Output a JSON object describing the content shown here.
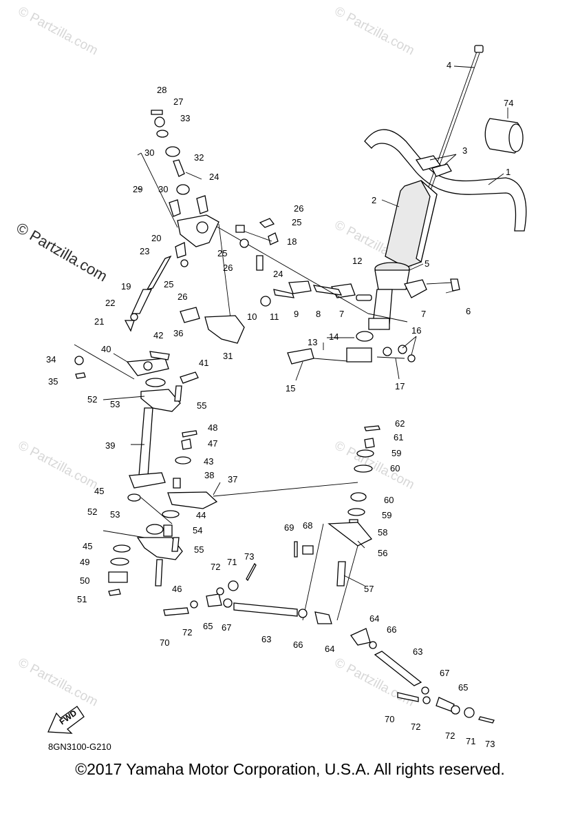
{
  "diagram": {
    "code": "8GN3100-G210",
    "fwd_label": "FWD",
    "copyright": "©2017 Yamaha Motor Corporation, U.S.A. All rights reserved.",
    "watermark_main": "© Partzilla.com",
    "watermark_faint": "© Partzilla.com",
    "callouts": {
      "c1": "1",
      "c2": "2",
      "c3": "3",
      "c4": "4",
      "c5": "5",
      "c6": "6",
      "c7a": "7",
      "c7b": "7",
      "c8": "8",
      "c9": "9",
      "c10": "10",
      "c11": "11",
      "c12": "12",
      "c13": "13",
      "c14": "14",
      "c15": "15",
      "c16": "16",
      "c17": "17",
      "c18": "18",
      "c19": "19",
      "c20": "20",
      "c21": "21",
      "c22": "22",
      "c23": "23",
      "c24a": "24",
      "c24b": "24",
      "c25a": "25",
      "c25b": "25",
      "c25c": "25",
      "c26a": "26",
      "c26b": "26",
      "c26c": "26",
      "c27": "27",
      "c28": "28",
      "c29": "29",
      "c30a": "30",
      "c30b": "30",
      "c31": "31",
      "c32": "32",
      "c33": "33",
      "c34": "34",
      "c35": "35",
      "c36": "36",
      "c37": "37",
      "c38": "38",
      "c39": "39",
      "c40": "40",
      "c41": "41",
      "c42": "42",
      "c43": "43",
      "c44": "44",
      "c45a": "45",
      "c45b": "45",
      "c46": "46",
      "c47": "47",
      "c48": "48",
      "c49": "49",
      "c50": "50",
      "c51": "51",
      "c52a": "52",
      "c52b": "52",
      "c53a": "53",
      "c53b": "53",
      "c54": "54",
      "c55a": "55",
      "c55b": "55",
      "c56": "56",
      "c57": "57",
      "c58": "58",
      "c59a": "59",
      "c59b": "59",
      "c60a": "60",
      "c60b": "60",
      "c61": "61",
      "c62": "62",
      "c63a": "63",
      "c63b": "63",
      "c64a": "64",
      "c64b": "64",
      "c65a": "65",
      "c65b": "65",
      "c66a": "66",
      "c66b": "66",
      "c67a": "67",
      "c67b": "67",
      "c68": "68",
      "c69": "69",
      "c70a": "70",
      "c70b": "70",
      "c71a": "71",
      "c71b": "71",
      "c72a": "72",
      "c72b": "72",
      "c72c": "72",
      "c72d": "72",
      "c73a": "73",
      "c73b": "73",
      "c74": "74"
    }
  }
}
